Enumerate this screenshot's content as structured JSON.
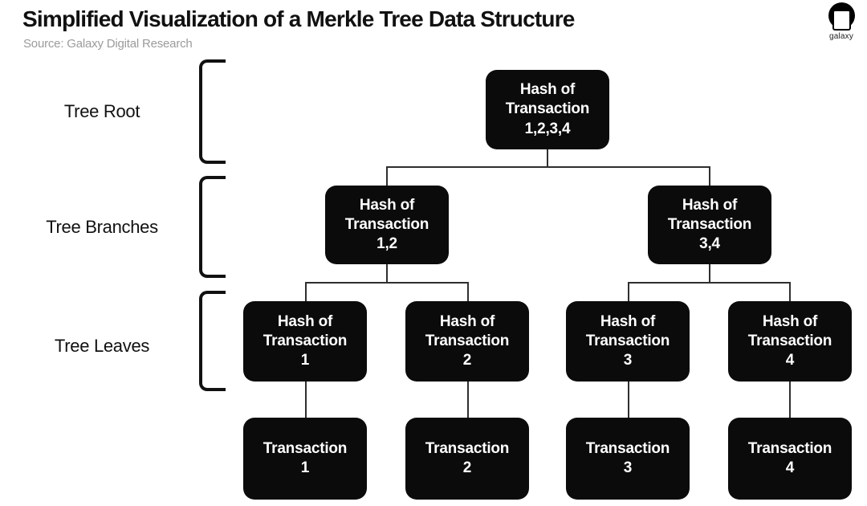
{
  "header": {
    "title": "Simplified Visualization of a Merkle Tree Data Structure",
    "source": "Source: Galaxy Digital Research"
  },
  "logo": {
    "label": "galaxy"
  },
  "row_labels": {
    "root": "Tree Root",
    "branches": "Tree Branches",
    "leaves": "Tree Leaves"
  },
  "nodes": {
    "root": "Hash of\nTransaction\n1,2,3,4",
    "branch_12": "Hash of\nTransaction\n1,2",
    "branch_34": "Hash of\nTransaction\n3,4",
    "leaf_1": "Hash of\nTransaction\n1",
    "leaf_2": "Hash of\nTransaction\n2",
    "leaf_3": "Hash of\nTransaction\n3",
    "leaf_4": "Hash of\nTransaction\n4",
    "tx_1": "Transaction\n1",
    "tx_2": "Transaction\n2",
    "tx_3": "Transaction\n3",
    "tx_4": "Transaction\n4"
  },
  "colors": {
    "node_background": "#0b0b0b",
    "node_text": "#ffffff",
    "connector_line": "#2f2f2f",
    "title_text": "#111111",
    "source_text": "#9b9b9b"
  }
}
